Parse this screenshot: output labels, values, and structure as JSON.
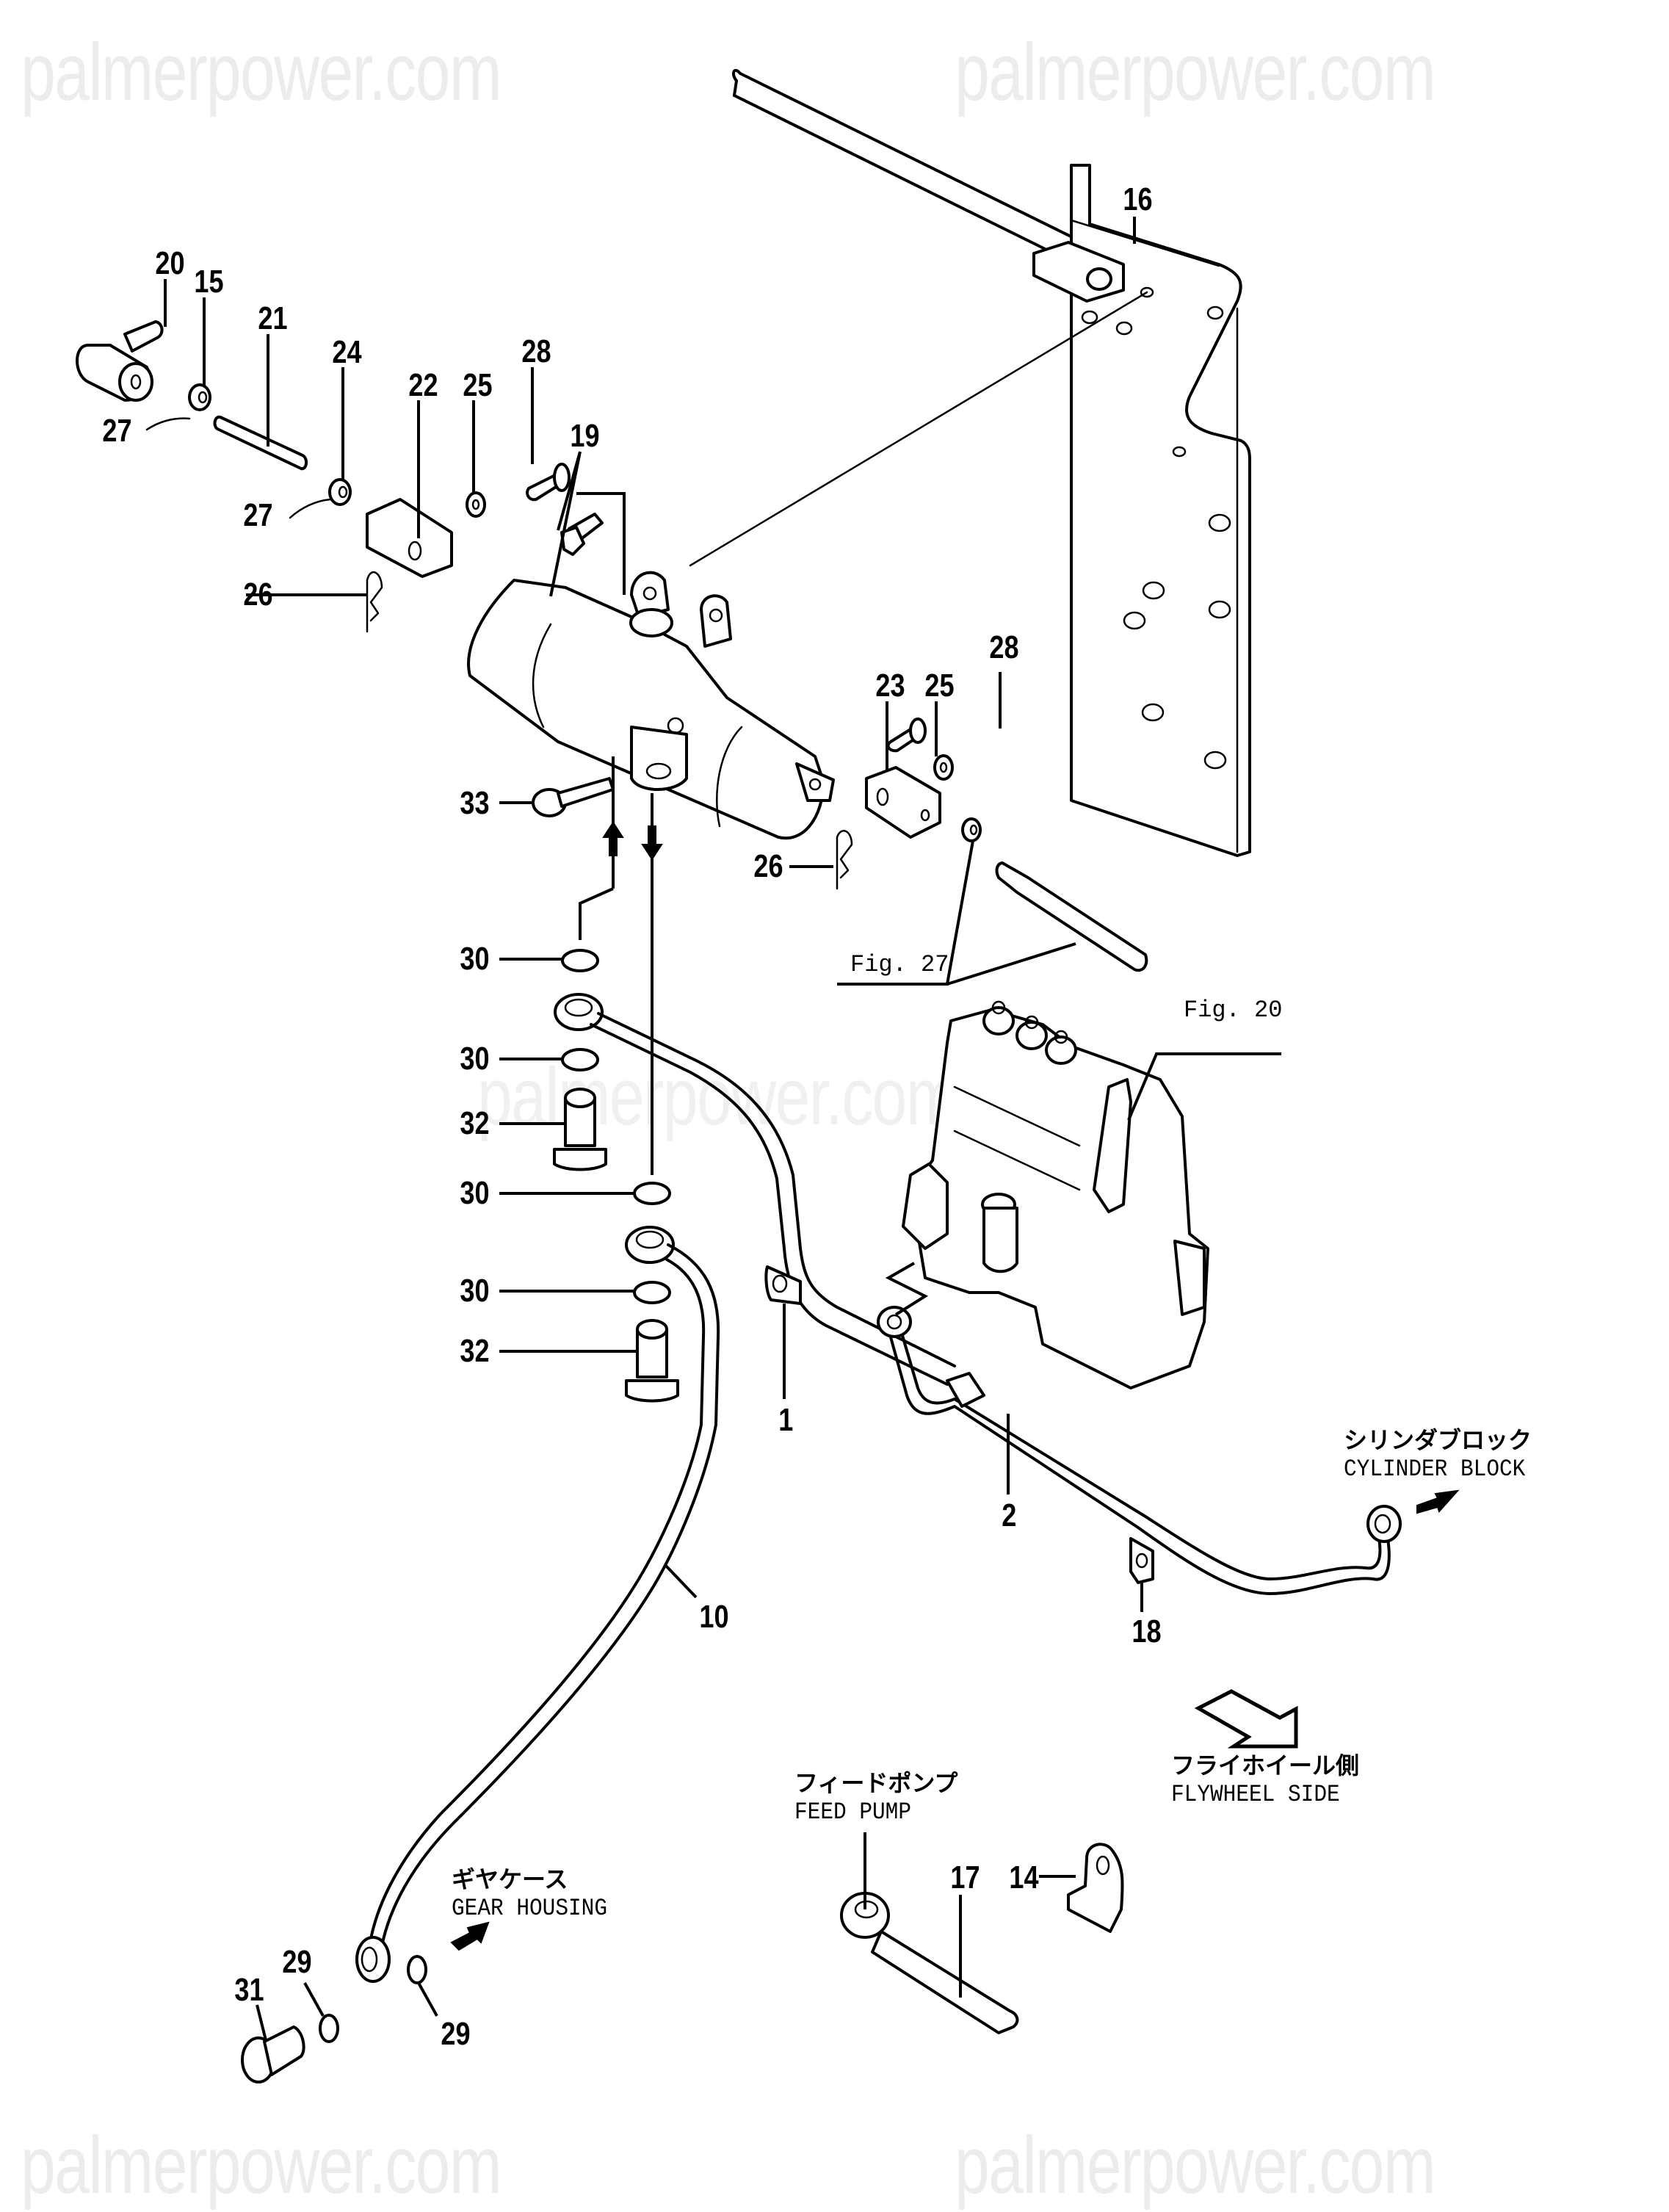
{
  "watermark": {
    "text": "palmerpower.com"
  },
  "callouts": {
    "p1": "1",
    "p2": "2",
    "p10": "10",
    "p14": "14",
    "p15": "15",
    "p16": "16",
    "p17": "17",
    "p18": "18",
    "p19": "19",
    "p20": "20",
    "p21": "21",
    "p22": "22",
    "p23": "23",
    "p24": "24",
    "p25a": "25",
    "p25b": "25",
    "p26a": "26",
    "p26b": "26",
    "p27a": "27",
    "p27b": "27",
    "p28a": "28",
    "p28b": "28",
    "p29a": "29",
    "p29b": "29",
    "p30a": "30",
    "p30b": "30",
    "p30c": "30",
    "p30d": "30",
    "p31": "31",
    "p32a": "32",
    "p32b": "32",
    "p33": "33"
  },
  "figure_refs": {
    "fig27": "Fig. 27",
    "fig20": "Fig. 20"
  },
  "notes": {
    "cylinder_block": {
      "jp": "シリンダブロック",
      "en": "CYLINDER BLOCK"
    },
    "flywheel_side": {
      "jp": "フライホイール側",
      "en": "FLYWHEEL SIDE"
    },
    "feed_pump": {
      "jp": "フィードポンプ",
      "en": "FEED PUMP"
    },
    "gear_housing": {
      "jp": "ギヤケース",
      "en": "GEAR HOUSING"
    }
  }
}
